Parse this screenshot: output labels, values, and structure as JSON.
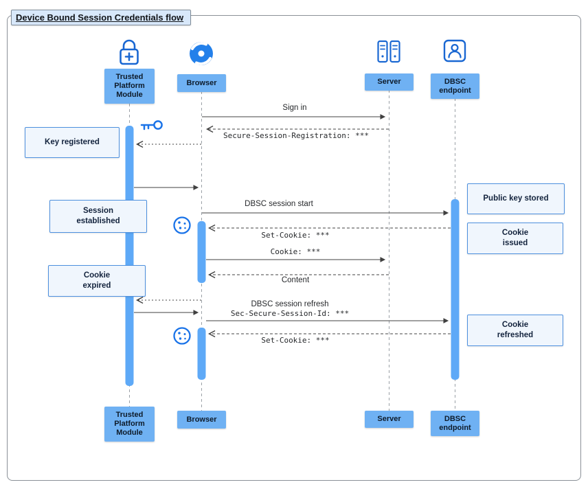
{
  "title": "Device Bound Session Credentials flow",
  "actors": [
    {
      "id": "tpm",
      "label": "Trusted\nPlatform\nModule"
    },
    {
      "id": "browser",
      "label": "Browser"
    },
    {
      "id": "server",
      "label": "Server"
    },
    {
      "id": "dbsc",
      "label": "DBSC\nendpoint"
    }
  ],
  "notes": [
    {
      "id": "key-registered",
      "label": "Key registered"
    },
    {
      "id": "session-established",
      "label": "Session\nestablished"
    },
    {
      "id": "cookie-expired",
      "label": "Cookie\nexpired"
    },
    {
      "id": "public-key-stored",
      "label": "Public key stored"
    },
    {
      "id": "cookie-issued",
      "label": "Cookie\nissued"
    },
    {
      "id": "cookie-refreshed",
      "label": "Cookie\nrefreshed"
    }
  ],
  "messages": [
    {
      "id": "sign-in",
      "label": "Sign in"
    },
    {
      "id": "secure-session-registration",
      "label": "Secure-Session-Registration: ***"
    },
    {
      "id": "dbsc-session-start",
      "label": "DBSC session start"
    },
    {
      "id": "set-cookie-1",
      "label": "Set-Cookie: ***"
    },
    {
      "id": "cookie",
      "label": "Cookie: ***"
    },
    {
      "id": "content",
      "label": "Content"
    },
    {
      "id": "dbsc-session-refresh",
      "label": "DBSC session refresh"
    },
    {
      "id": "sec-secure-session-id",
      "label": "Sec-Secure-Session-Id: ***"
    },
    {
      "id": "set-cookie-2",
      "label": "Set-Cookie: ***"
    }
  ],
  "colors": {
    "actor_fill": "#6FB1F3",
    "activation_bar": "#5EA9F7",
    "note_fill": "#F0F6FD",
    "note_border": "#4C8FDE",
    "icon_blue": "#1A73E8",
    "icon_blue_dark": "#1967D2",
    "arrow": "#404040",
    "title_fill": "#D8E8FA"
  }
}
